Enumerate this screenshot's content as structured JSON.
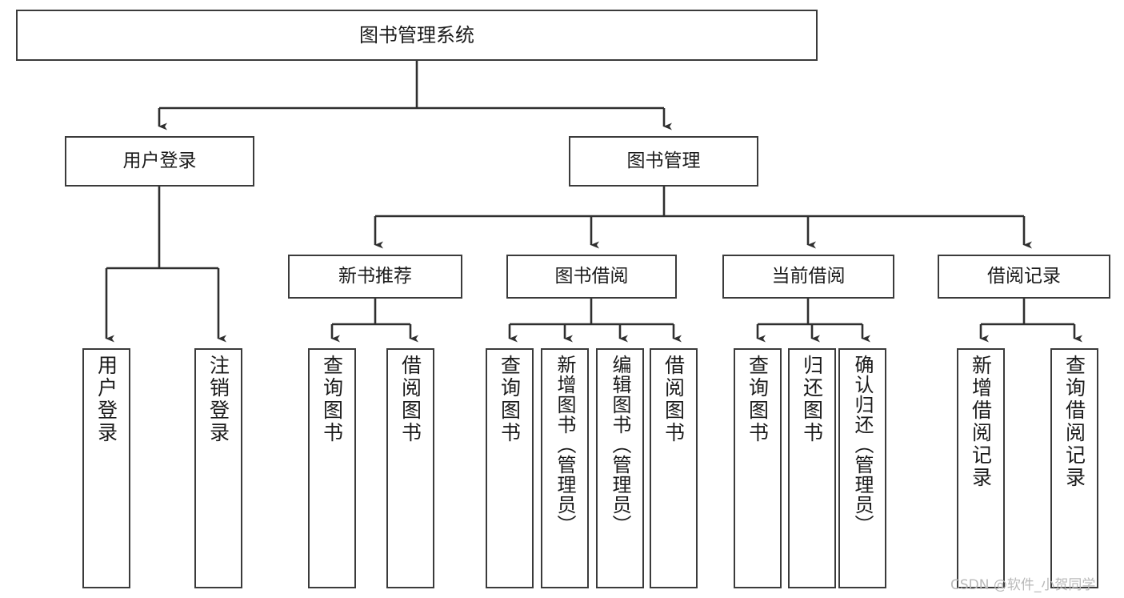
{
  "diagram": {
    "type": "tree",
    "title": "图书管理系统",
    "orientation": "top-down",
    "colors": {
      "box_stroke": "#3b3b3b",
      "box_fill": "#ffffff",
      "edge": "#2f2f2f",
      "text": "#1b1b1b",
      "watermark": "#b9b9b9",
      "background": "#ffffff"
    },
    "watermark": "CSDN @软件_小贺同学"
  },
  "nodes": {
    "root": {
      "label": "图书管理系统"
    },
    "level2": [
      {
        "id": "user-login",
        "label": "用户登录"
      },
      {
        "id": "book-manage",
        "label": "图书管理"
      }
    ],
    "level3": [
      {
        "id": "new-book-rec",
        "label": "新书推荐"
      },
      {
        "id": "book-borrow",
        "label": "图书借阅"
      },
      {
        "id": "current-borrow",
        "label": "当前借阅"
      },
      {
        "id": "borrow-record",
        "label": "借阅记录"
      }
    ],
    "leaves": {
      "user_login": [
        {
          "id": "leaf-user-login",
          "label": "用户登录"
        },
        {
          "id": "leaf-logout",
          "label": "注销登录"
        }
      ],
      "new_book_rec": [
        {
          "id": "leaf-query-book-1",
          "label": "查询图书"
        },
        {
          "id": "leaf-borrow-book-1",
          "label": "借阅图书"
        }
      ],
      "book_borrow": [
        {
          "id": "leaf-query-book-2",
          "label": "查询图书"
        },
        {
          "id": "leaf-add-book",
          "label": "新增图书（管理员）"
        },
        {
          "id": "leaf-edit-book",
          "label": "编辑图书（管理员）"
        },
        {
          "id": "leaf-borrow-book-2",
          "label": "借阅图书"
        }
      ],
      "current_borrow": [
        {
          "id": "leaf-query-book-3",
          "label": "查询图书"
        },
        {
          "id": "leaf-return-book",
          "label": "归还图书"
        },
        {
          "id": "leaf-confirm-return",
          "label": "确认归还（管理员）"
        }
      ],
      "borrow_record": [
        {
          "id": "leaf-add-record",
          "label": "新增借阅记录"
        },
        {
          "id": "leaf-query-record",
          "label": "查询借阅记录"
        }
      ]
    }
  }
}
